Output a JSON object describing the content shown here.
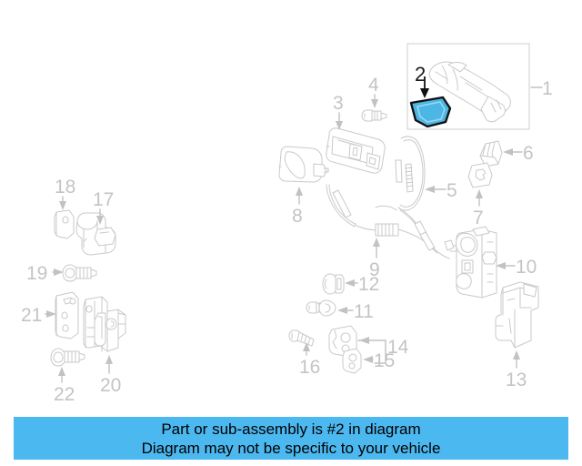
{
  "diagram": {
    "type": "automotive-exploded-parts-diagram",
    "subject": "Door handle, lock and latch assembly",
    "background_color": "#ffffff",
    "line_color": "#c9c9c9",
    "label_color": "#c4c4c4",
    "highlight_color": "#4cb6e4",
    "highlight_outline_color": "#111111",
    "highlighted_part_number": "2",
    "inset": {
      "name": "exterior-door-handle-inset",
      "label": "1",
      "contains_part_label": "2"
    },
    "callouts": [
      {
        "number": "1",
        "name": "exterior-door-handle-assembly"
      },
      {
        "number": "2",
        "name": "handle-end-cap-cover",
        "highlighted": true
      },
      {
        "number": "3",
        "name": "handle-base-bracket"
      },
      {
        "number": "4",
        "name": "handle-mounting-bolt"
      },
      {
        "number": "5",
        "name": "lock-cable"
      },
      {
        "number": "6",
        "name": "lock-cylinder-cover"
      },
      {
        "number": "7",
        "name": "lock-cylinder-bezel"
      },
      {
        "number": "8",
        "name": "interior-door-handle"
      },
      {
        "number": "9",
        "name": "latch-release-cable"
      },
      {
        "number": "10",
        "name": "door-latch-assembly"
      },
      {
        "number": "11",
        "name": "latch-screw"
      },
      {
        "number": "12",
        "name": "grommet-plug"
      },
      {
        "number": "13",
        "name": "lower-reinforcement-bracket"
      },
      {
        "number": "14",
        "name": "striker-plate"
      },
      {
        "number": "15",
        "name": "striker-shim"
      },
      {
        "number": "16",
        "name": "striker-bolt"
      },
      {
        "number": "17",
        "name": "check-arm-stop"
      },
      {
        "number": "18",
        "name": "check-arm-pad"
      },
      {
        "number": "19",
        "name": "check-arm-bolt"
      },
      {
        "number": "20",
        "name": "door-hinge-assembly"
      },
      {
        "number": "21",
        "name": "hinge-shim-plate"
      },
      {
        "number": "22",
        "name": "hinge-bolt"
      }
    ]
  },
  "caption": {
    "line1": "Part or sub-assembly is #2 in diagram",
    "line2": "Diagram may not be specific to your vehicle",
    "background_color": "#4cb8f0",
    "text_color": "#000000"
  }
}
